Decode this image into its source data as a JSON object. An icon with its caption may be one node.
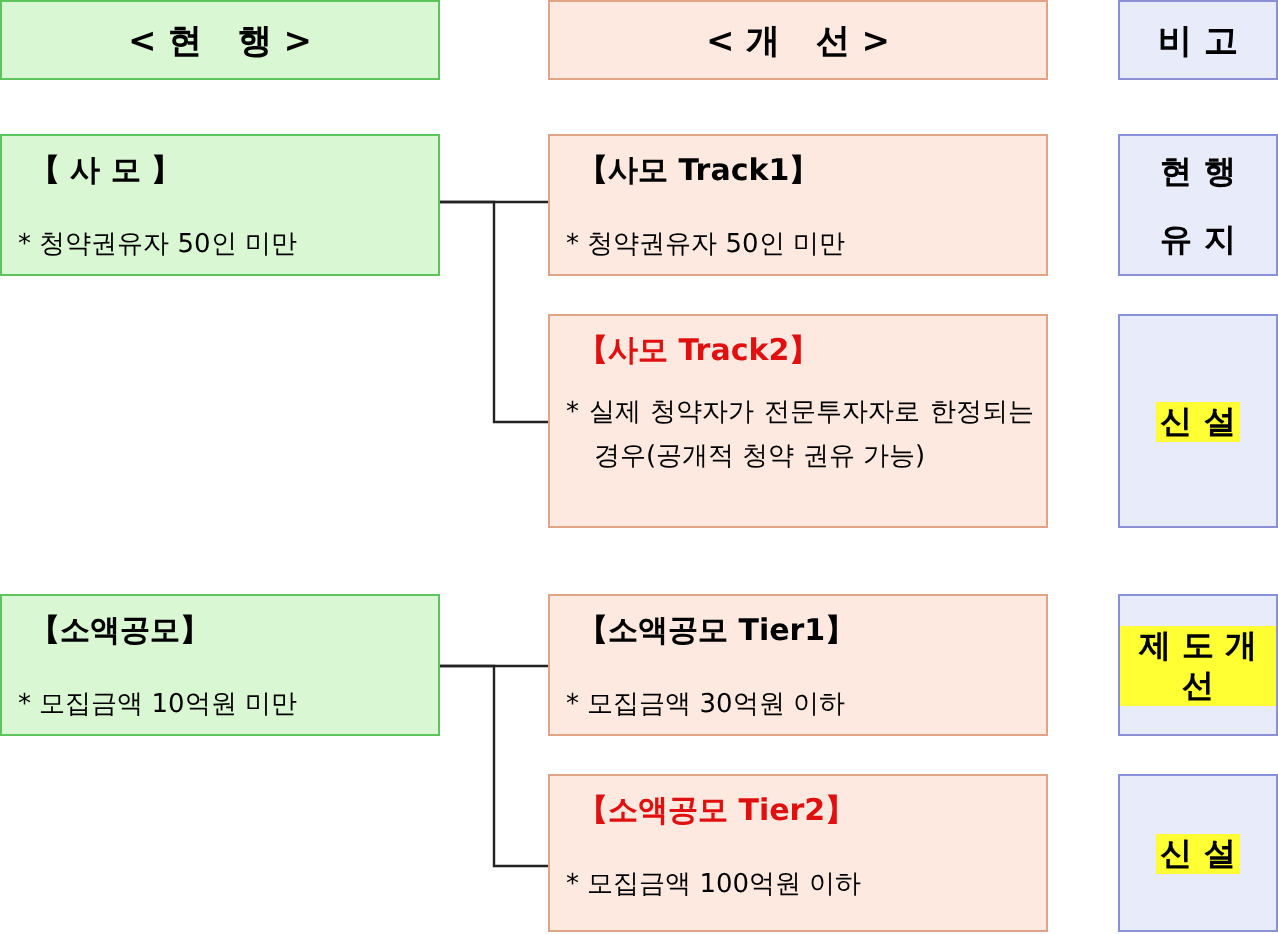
{
  "diagram": {
    "nodes": [
      {
        "text": [
          "< 현   행 >"
        ]
      },
      {
        "text": [
          "< 개   선 >"
        ]
      },
      {
        "text": [
          "비 고"
        ]
      },
      {
        "text": [
          "【 사 모 】",
          "* 청약권유자 50인 미만"
        ]
      },
      {
        "text": [
          "【사모 Track1】",
          "* 청약권유자 50인 미만"
        ]
      },
      {
        "text": [
          "현 행 유 지"
        ]
      },
      {
        "text": [
          "【사모 Track2】",
          "* 실제 청약자가 전문투자자로 한정되는 경우(공개적 청약 권유 가능)"
        ]
      },
      {
        "text": [
          "신 설"
        ]
      },
      {
        "text": [
          "【소액공모】",
          "* 모집금액 10억원 미만"
        ]
      },
      {
        "text": [
          "【소액공모 Tier1】",
          "* 모집금액 30억원 이하"
        ]
      },
      {
        "text": [
          "제 도 개 선"
        ]
      },
      {
        "text": [
          "【소액공모 Tier2】",
          "* 모집금액 100억원 이하"
        ]
      },
      {
        "text": [
          "신 설"
        ]
      }
    ],
    "edges": [
      {
        "from": 3,
        "to": 4,
        "arrow": "none"
      },
      {
        "from": 3,
        "to": 6,
        "arrow": "none"
      },
      {
        "from": 8,
        "to": 9,
        "arrow": "none"
      },
      {
        "from": 8,
        "to": 11,
        "arrow": "none"
      }
    ]
  }
}
